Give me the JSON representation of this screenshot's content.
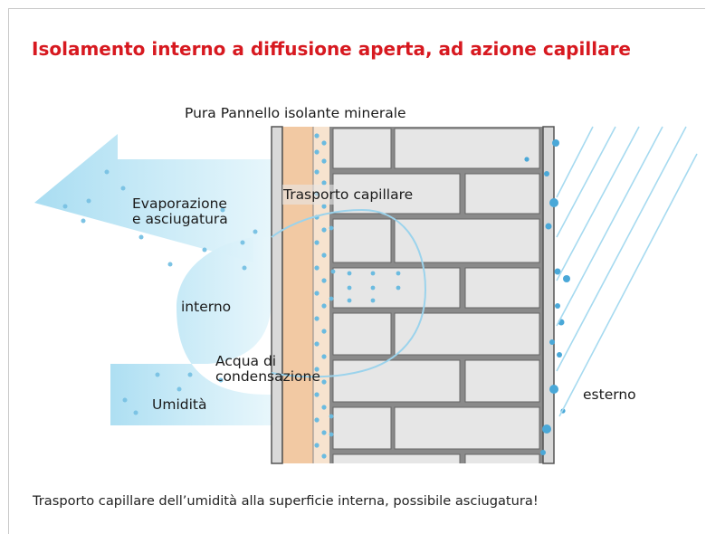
{
  "title": "Isolamento interno a diffusione aperta, ad azione capillare",
  "caption": "Trasporto capillare dell’umidità alla superficie interna, possibile asciugatura!",
  "labels": {
    "panel": "Pura Pannello isolante minerale",
    "capillary": "Trasporto capillare",
    "evaporation_1": "Evaporazione",
    "evaporation_2": "e asciugatura",
    "interior": "interno",
    "condensation_1": "Acqua di",
    "condensation_2": "condensazione",
    "humidity": "Umidità",
    "exterior": "esterno"
  },
  "colors": {
    "title": "#d71920",
    "insulation": "#f2c9a3",
    "brick": "#e6e6e6",
    "mortar": "#7a7a7a",
    "arrow": "#bfe6f5",
    "droplet": "#5fb6de",
    "rain": "#9fd6ef"
  }
}
